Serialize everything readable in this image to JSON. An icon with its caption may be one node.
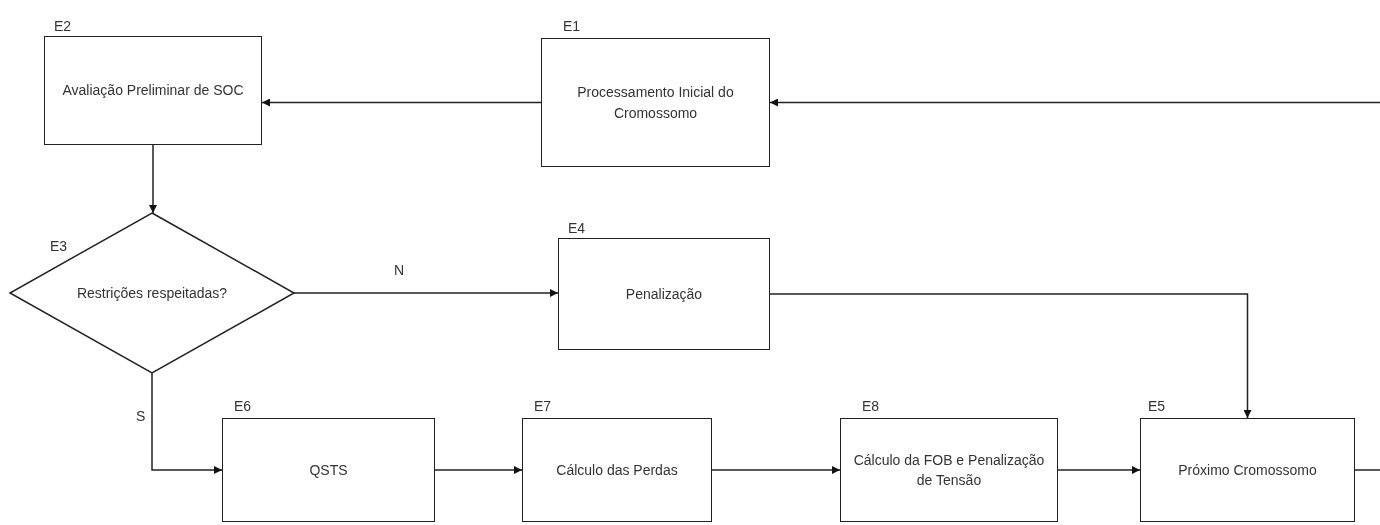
{
  "diagram": {
    "nodes": [
      {
        "text": [
          "Avaliação Preliminar de SOC"
        ],
        "beside": [
          "E2"
        ]
      },
      {
        "text": [
          "Processamento Inicial do Cromossomo"
        ],
        "beside": [
          "E1"
        ]
      },
      {
        "text": [
          "Restrições respeitadas?"
        ],
        "beside": [
          "E3"
        ]
      },
      {
        "text": [
          "Penalização"
        ],
        "beside": [
          "E4"
        ]
      },
      {
        "text": [
          "QSTS"
        ],
        "beside": [
          "E6"
        ]
      },
      {
        "text": [
          "Cálculo das Perdas"
        ],
        "beside": [
          "E7"
        ]
      },
      {
        "text": [
          "Cálculo da FOB e Penalização de Tensão"
        ],
        "beside": [
          "E8"
        ]
      },
      {
        "text": [
          "Próximo Cromossomo"
        ],
        "beside": [
          "E5"
        ]
      }
    ],
    "edges": [
      {
        "from": null,
        "to": 1,
        "arrow": "to"
      },
      {
        "from": 1,
        "to": 0,
        "arrow": "to"
      },
      {
        "from": 0,
        "to": 2,
        "arrow": "to"
      },
      {
        "from": 2,
        "to": 3,
        "arrow": "to",
        "label": "N"
      },
      {
        "from": 3,
        "to": 7,
        "arrow": "to"
      },
      {
        "from": 2,
        "to": 4,
        "arrow": "to",
        "label": "S"
      },
      {
        "from": 4,
        "to": 5,
        "arrow": "to"
      },
      {
        "from": 5,
        "to": 6,
        "arrow": "to"
      },
      {
        "from": 6,
        "to": 7,
        "arrow": "to"
      },
      {
        "from": 7,
        "to": null,
        "arrow": "none"
      }
    ]
  }
}
